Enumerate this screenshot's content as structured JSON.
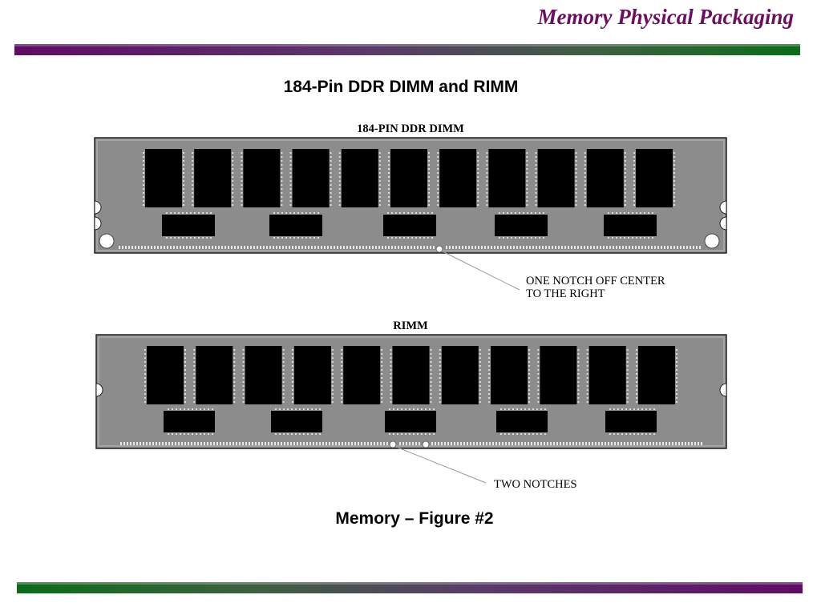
{
  "slide": {
    "title": "Memory Physical Packaging",
    "heading": "184-Pin DDR DIMM and RIMM",
    "caption": "Memory – Figure #2"
  },
  "diagram": {
    "dimm": {
      "label": "184-PIN DDR DIMM",
      "callout_lines": [
        "ONE NOTCH OFF CENTER",
        "TO THE RIGHT"
      ]
    },
    "rimm": {
      "label": "RIMM",
      "callout_lines": [
        "TWO NOTCHES"
      ]
    }
  },
  "colors": {
    "title": "#6b1060",
    "bar_purple": "#5e0d63",
    "bar_green": "#0d6b1a",
    "pcb": "#8c8c8c",
    "chip": "#000000"
  }
}
